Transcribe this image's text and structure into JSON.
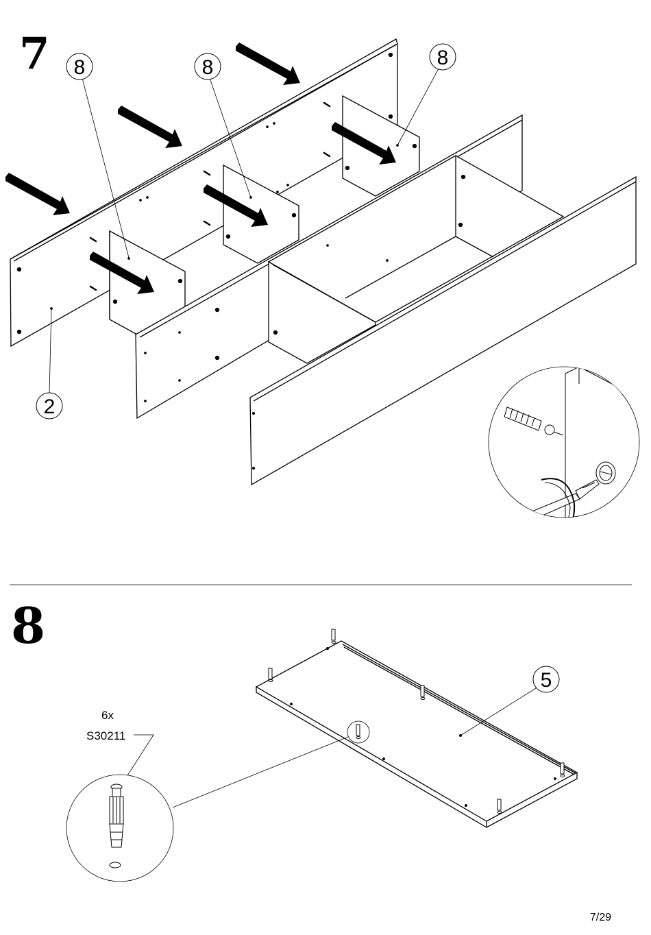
{
  "steps": [
    {
      "number": "7",
      "part_callouts": [
        "8",
        "8",
        "8",
        "2"
      ]
    },
    {
      "number": "8",
      "hardware": {
        "quantity": "6x",
        "code": "S30211"
      },
      "part_callouts": [
        "5"
      ]
    }
  ],
  "page": {
    "number": "7/29"
  },
  "icons": [
    "arrow-icon",
    "cam-bolt-icon",
    "screwdriver-icon",
    "cam-lock-icon",
    "rotate-icon",
    "dowel-icon"
  ],
  "colors": {
    "line": "#000000",
    "background": "#ffffff"
  }
}
